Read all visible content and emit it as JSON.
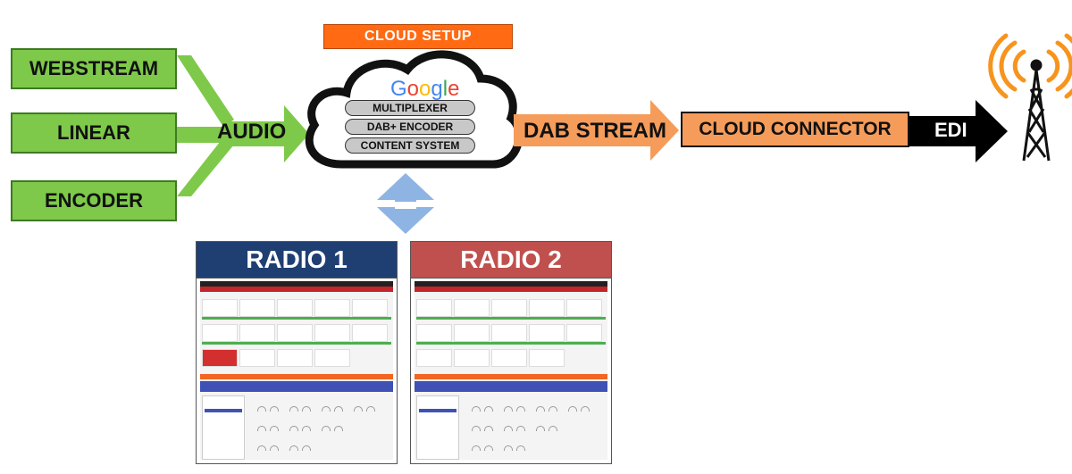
{
  "sources": [
    "WEBSTREAM",
    "LINEAR",
    "ENCODER"
  ],
  "audio_label": "AUDIO",
  "cloud_setup_label": "CLOUD SETUP",
  "cloud_logo": [
    "G",
    "o",
    "o",
    "g",
    "l",
    "e"
  ],
  "cloud_logo_colors": [
    "#4285F4",
    "#EA4335",
    "#FBBC05",
    "#4285F4",
    "#34A853",
    "#EA4335"
  ],
  "cloud_services": [
    "MULTIPLEXER",
    "DAB+ ENCODER",
    "CONTENT SYSTEM"
  ],
  "dab_stream_label": "DAB STREAM",
  "cloud_connector_label": "CLOUD CONNECTOR",
  "edi_label": "EDI",
  "radios": [
    {
      "label": "RADIO 1",
      "color": "#1f3f73"
    },
    {
      "label": "RADIO 2",
      "color": "#c0504d"
    }
  ],
  "colors": {
    "source_green": "#7ec94a",
    "orange": "#f59c5b",
    "connector_arrow": "#f59c5b",
    "sync_arrow": "#8eb4e3",
    "edi_arrow": "#000000",
    "tower_waves": "#f7941d"
  }
}
